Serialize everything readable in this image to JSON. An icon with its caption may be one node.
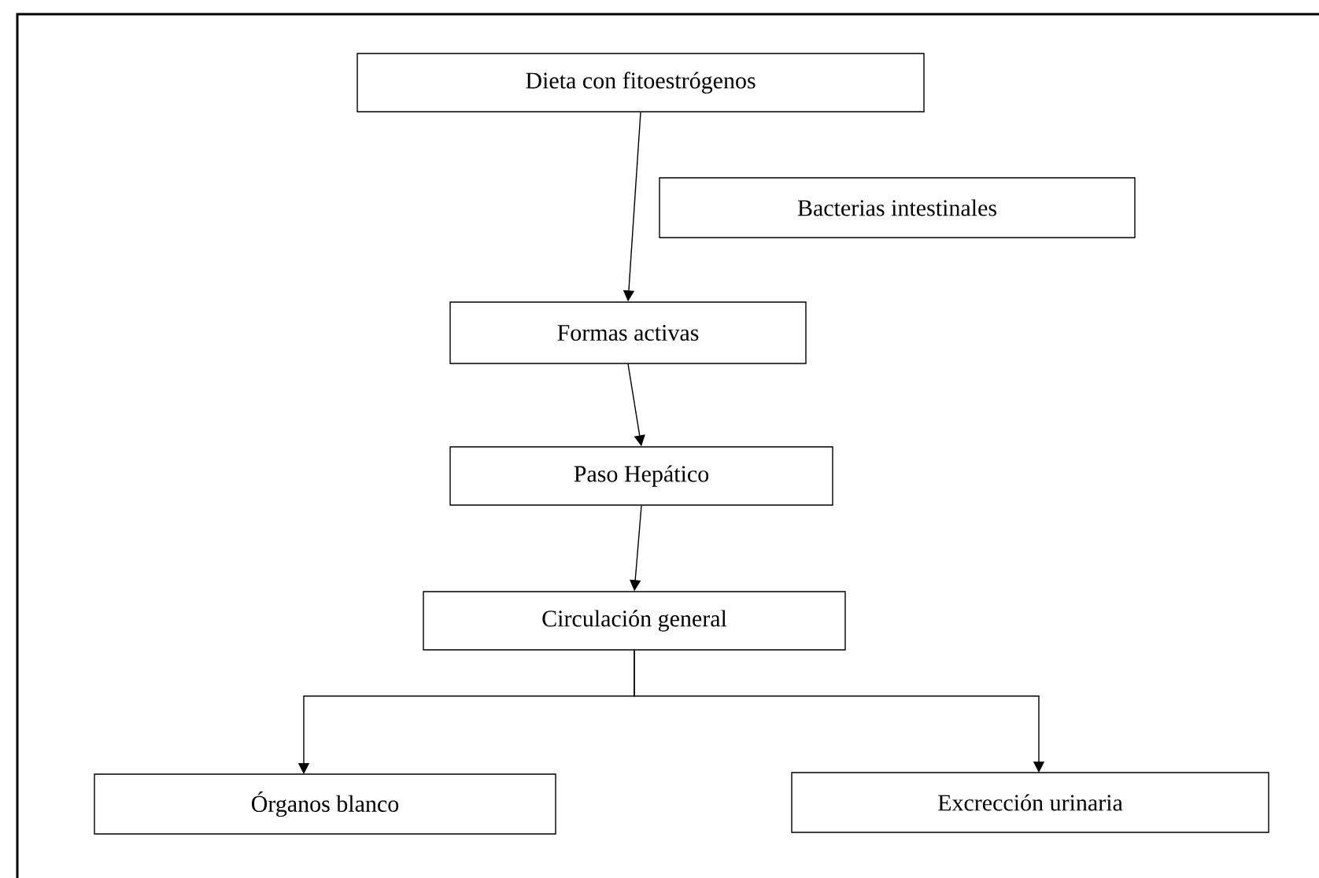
{
  "diagram": {
    "nodes": [
      {
        "text": [
          "Dieta con fitoestrógenos"
        ]
      },
      {
        "text": [
          "Bacterias intestinales"
        ]
      },
      {
        "text": [
          "Formas activas"
        ]
      },
      {
        "text": [
          "Paso Hepático"
        ]
      },
      {
        "text": [
          "Circulación general"
        ]
      },
      {
        "text": [
          "Órganos blanco"
        ]
      },
      {
        "text": [
          "Excrección urinaria"
        ]
      }
    ],
    "edges": [
      {
        "from": 0,
        "to": 2,
        "arrow": "to"
      },
      {
        "from": 2,
        "to": 3,
        "arrow": "to"
      },
      {
        "from": 3,
        "to": 4,
        "arrow": "to"
      },
      {
        "from": 4,
        "to": 5,
        "arrow": "to"
      },
      {
        "from": 4,
        "to": 6,
        "arrow": "to"
      }
    ]
  }
}
